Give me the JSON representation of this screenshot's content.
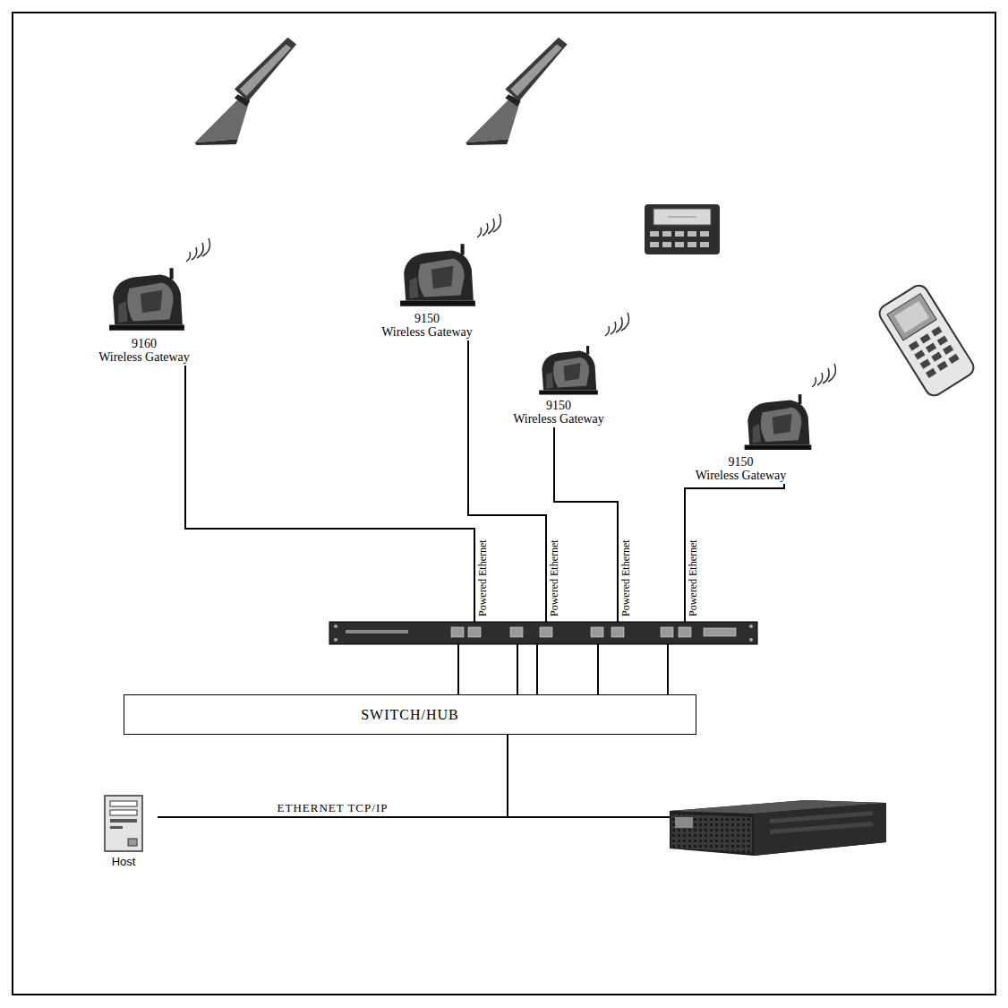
{
  "diagram": {
    "nodes": [
      {
        "text": [
          "9160 Wireless Gateway"
        ]
      },
      {
        "text": [
          "9150 Wireless Gateway"
        ]
      },
      {
        "text": [
          "9150 Wireless Gateway"
        ]
      },
      {
        "text": [
          "9150 Wireless Gateway"
        ]
      },
      {
        "text": [
          "SWITCH/HUB"
        ]
      },
      {
        "text": [
          "Host"
        ]
      }
    ],
    "edges": [
      {
        "from": 0,
        "to": 4,
        "label": "Powered Ethernet",
        "arrow": "none"
      },
      {
        "from": 1,
        "to": 4,
        "label": "Powered Ethernet",
        "arrow": "none"
      },
      {
        "from": 2,
        "to": 4,
        "label": "Powered Ethernet",
        "arrow": "none"
      },
      {
        "from": 3,
        "to": 4,
        "label": "Powered Ethernet",
        "arrow": "none"
      },
      {
        "from": 4,
        "to": 5,
        "label": "ETHERNET TCP/IP",
        "arrow": "none"
      }
    ]
  }
}
